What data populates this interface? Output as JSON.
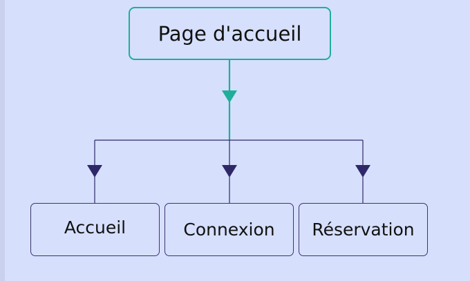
{
  "diagram": {
    "root": {
      "label": "Page d'accueil"
    },
    "children": [
      {
        "label": "Accueil"
      },
      {
        "label": "Connexion"
      },
      {
        "label": "Réservation"
      }
    ]
  },
  "colors": {
    "background": "#d6dffc",
    "root_border": "#1fae9a",
    "root_connector": "#1fae9a",
    "child_border": "#3b3470",
    "child_connector": "#2e2868"
  }
}
